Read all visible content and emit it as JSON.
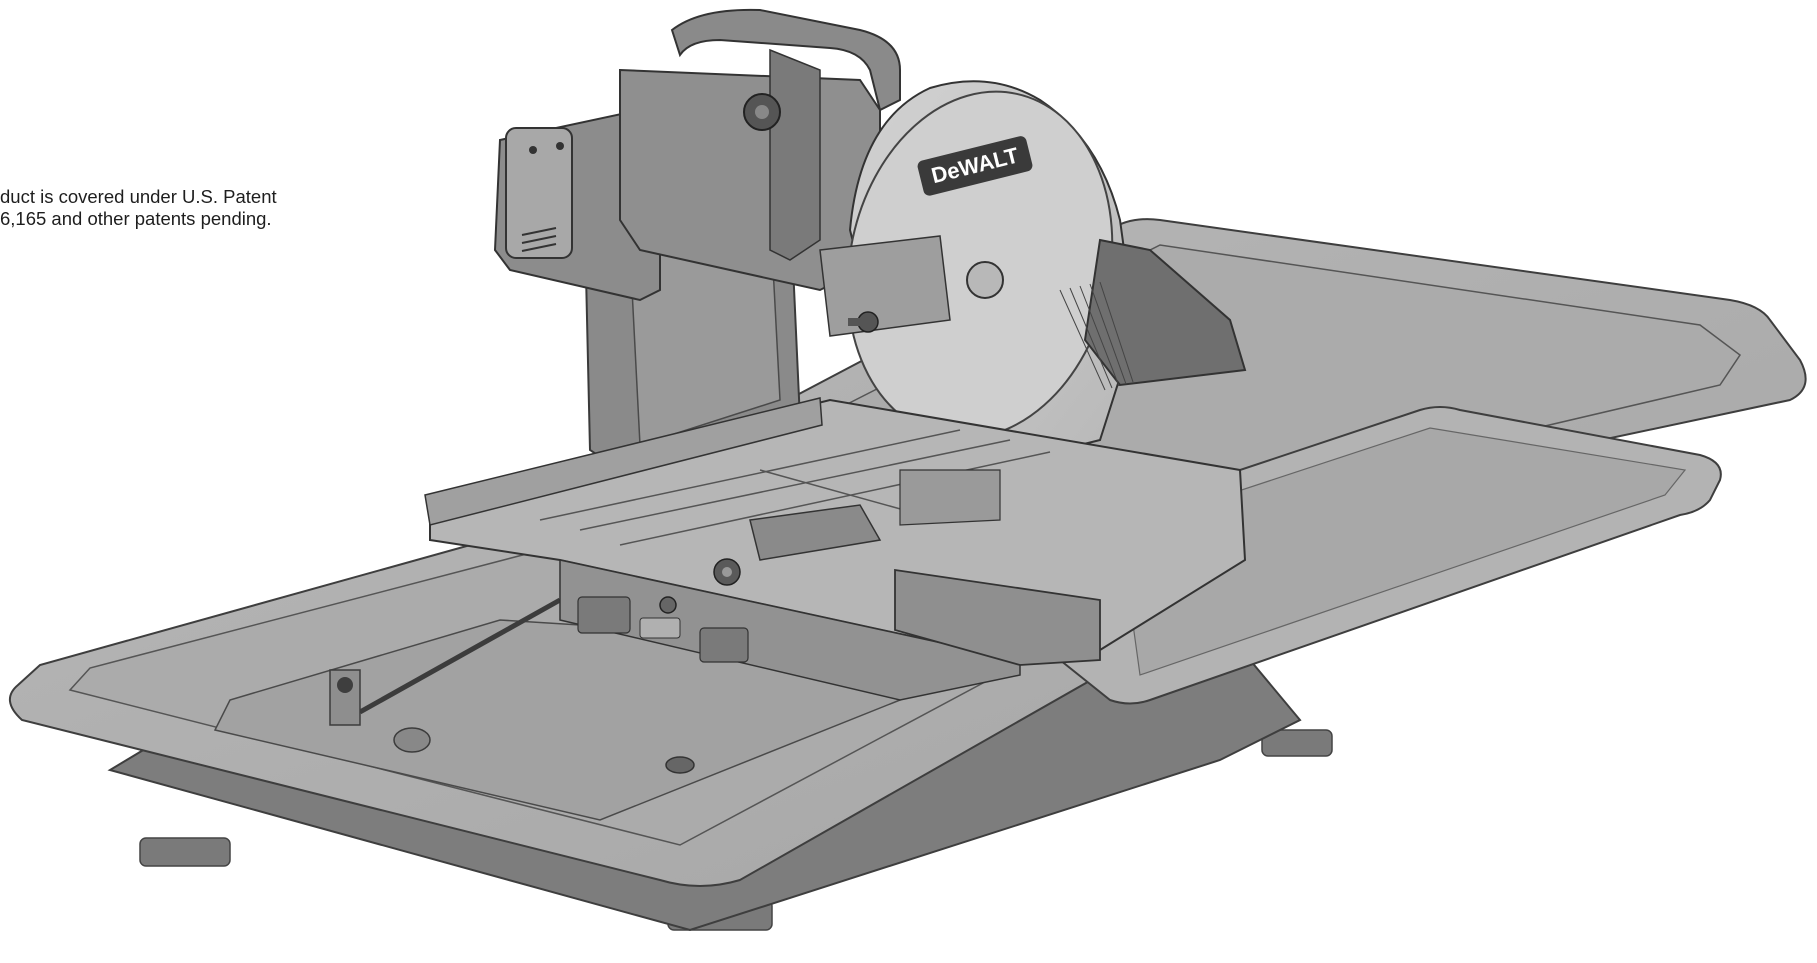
{
  "patent_note": {
    "line1": "duct is covered under U.S. Patent",
    "line2": "6,165 and other patents pending."
  },
  "brand": {
    "logo_text": "DeWALT"
  },
  "colors": {
    "paper": "#ffffff",
    "text": "#1e1e1e",
    "tray_light": "#b4b4b4",
    "tray_mid": "#9a9a9a",
    "tray_dark": "#6e6e6e",
    "blade": "#c4c4c4",
    "dark_part": "#5e5e5e"
  }
}
